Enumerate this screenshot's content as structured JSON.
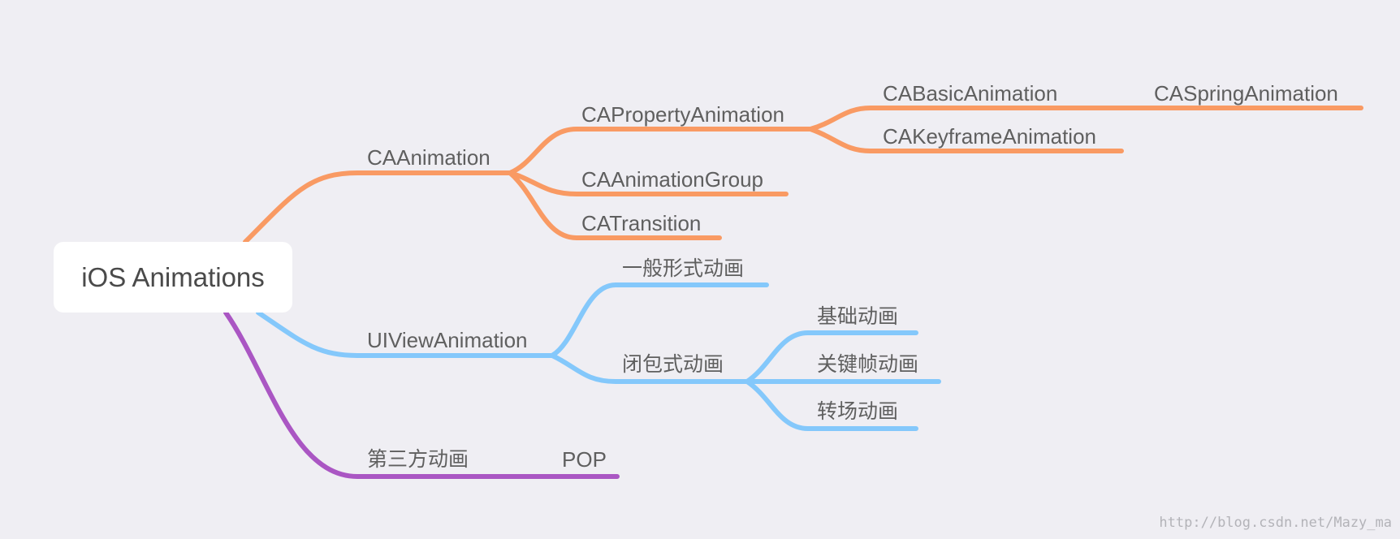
{
  "root": {
    "label": "iOS Animations"
  },
  "colors": {
    "caanimation": "#f99a63",
    "uiviewanimation": "#84c8fb",
    "third_party": "#aa56c3",
    "text": "#5f5f5f",
    "background": "#efeef3"
  },
  "nodes": {
    "caanimation": "CAAnimation",
    "capropertyanimation": "CAPropertyAnimation",
    "cabasicanimation": "CABasicAnimation",
    "caspringanimation": "CASpringAnimation",
    "cakeyframeanimation": "CAKeyframeAnimation",
    "caanimationgroup": "CAAnimationGroup",
    "catransition": "CATransition",
    "uiviewanimation": "UIViewAnimation",
    "general_form": "一般形式动画",
    "closure_form": "闭包式动画",
    "basic_anim": "基础动画",
    "keyframe_anim": "关键帧动画",
    "transition_anim": "转场动画",
    "third_party": "第三方动画",
    "pop": "POP"
  },
  "watermark": "http://blog.csdn.net/Mazy_ma"
}
